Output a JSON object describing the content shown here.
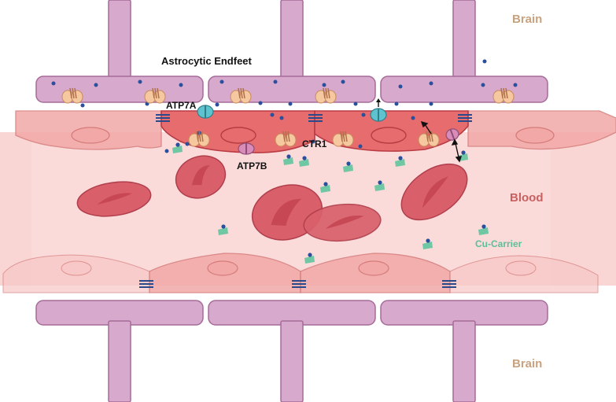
{
  "labels": {
    "brain_top": "Brain",
    "brain_bottom": "Brain",
    "astrocytic_endfeet": "Astrocytic Endfeet",
    "atp7a": "ATP7A",
    "atp7b": "ATP7B",
    "ctr1": "CTR1",
    "blood": "Blood",
    "cu_carrier": "Cu-Carrier"
  },
  "colors": {
    "brain_label": "#c8a27e",
    "astrocyte_fill": "#d7a9cc",
    "astrocyte_stroke": "#a56c98",
    "vessel_band": "#f7c7c6",
    "vessel_inner": "#fbdede",
    "endothelial_fill": "#f2a8a7",
    "endothelial_stroke": "#d47c7a",
    "active_cell_fill": "#e76c6d",
    "active_cell_stroke": "#b93b44",
    "rbc_fill": "#d9606b",
    "rbc_stroke": "#b03e4b",
    "rbc_inner": "#c2414f",
    "blood_label": "#c96060",
    "cu_carrier_color": "#6fc7a3",
    "cu_carrier_label": "#5bbf9a",
    "copper_dot": "#2a4f9c",
    "tight_junction": "#2b4a8c",
    "atp7a_color": "#5ec3cf",
    "atp7b_color": "#d98bb9",
    "ctr1_color": "#f6c89f"
  }
}
